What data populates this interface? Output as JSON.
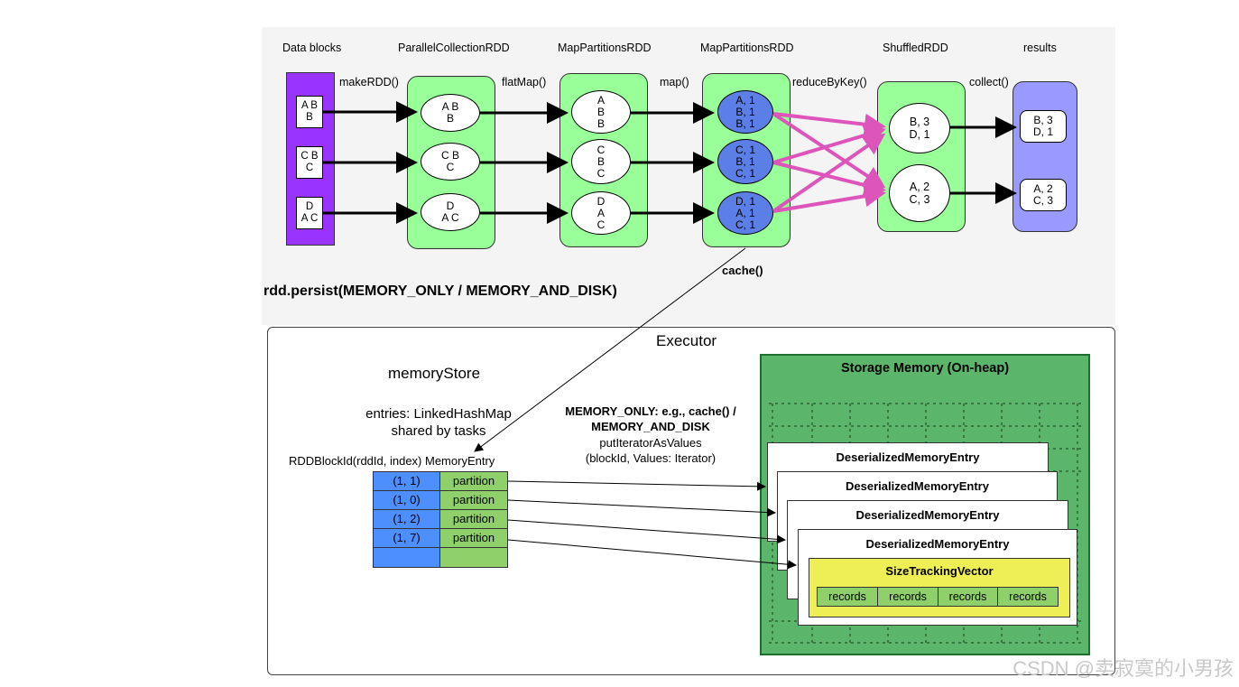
{
  "headers": {
    "data_blocks": "Data blocks",
    "parallel": "ParallelCollectionRDD",
    "map_partitions_1": "MapPartitionsRDD",
    "map_partitions_2": "MapPartitionsRDD",
    "shuffled": "ShuffledRDD",
    "results": "results"
  },
  "ops": {
    "make_rdd": "makeRDD()",
    "flat_map": "flatMap()",
    "map": "map()",
    "reduce_by_key": "reduceByKey()",
    "collect": "collect()",
    "cache": "cache()"
  },
  "data_blocks": [
    "A B\nB",
    "C B\nC",
    "D\nA C"
  ],
  "parallel_partitions": [
    "A B\nB",
    "C B\nC",
    "D\nA C"
  ],
  "flatmap_partitions": [
    "A\nB\nB",
    "C\nB\nC",
    "D\nA\nC"
  ],
  "map_partitions": [
    "A, 1\nB, 1\nB, 1",
    "C, 1\nB, 1\nC, 1",
    "D, 1\nA, 1\nC, 1"
  ],
  "shuffled_partitions": [
    "B, 3\nD, 1",
    "A, 2\nC, 3"
  ],
  "result_partitions": [
    "B, 3\nD, 1",
    "A, 2\nC, 3"
  ],
  "persist_label": "rdd.persist(MEMORY_ONLY / MEMORY_AND_DISK)",
  "executor": {
    "title": "Executor",
    "memory_store": "memoryStore",
    "entries_line1": "entries: LinkedHashMap",
    "entries_line2": "shared by tasks",
    "table_header": "RDDBlockId(rddId, index) MemoryEntry",
    "rows": [
      {
        "id": "(1, 1)",
        "entry": "partition"
      },
      {
        "id": "(1, 0)",
        "entry": "partition"
      },
      {
        "id": "(1, 2)",
        "entry": "partition"
      },
      {
        "id": "(1, 7)",
        "entry": "partition"
      }
    ],
    "mode_line1": "MEMORY_ONLY: e.g., cache() /",
    "mode_line2": "MEMORY_AND_DISK",
    "mode_line3": "putIteratorAsValues",
    "mode_line4": "(blockId, Values: Iterator)",
    "storage_title": "Storage Memory (On-heap)",
    "entry_title": "DeserializedMemoryEntry",
    "vector_title": "SizeTrackingVector",
    "records": [
      "records",
      "records",
      "records",
      "records"
    ]
  },
  "watermark": "CSDN @卖寂寞的小男孩",
  "colors": {
    "rdd_green": "#99ff99",
    "data_purple": "#9933ff",
    "result_lavender": "#9999ff",
    "key_blue": "#5b7fe6",
    "shuffle_pink": "#dd55bb",
    "storage_green": "#5bb56a",
    "vector_yellow": "#eeee55"
  }
}
